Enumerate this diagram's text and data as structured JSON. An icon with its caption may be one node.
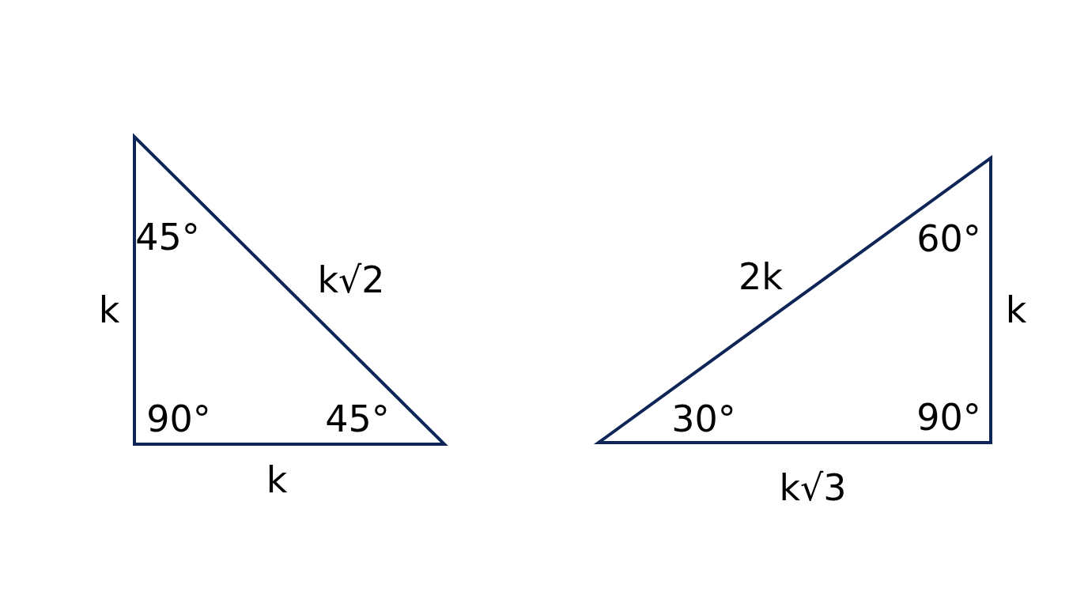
{
  "diagram": {
    "nodes": [
      {
        "text": [
          "45°",
          "90°",
          "45°"
        ],
        "beside": [
          "k",
          "k√2",
          "k"
        ]
      },
      {
        "text": [
          "60°",
          "30°",
          "90°"
        ],
        "beside": [
          "2k",
          "k",
          "k√3"
        ]
      }
    ]
  }
}
